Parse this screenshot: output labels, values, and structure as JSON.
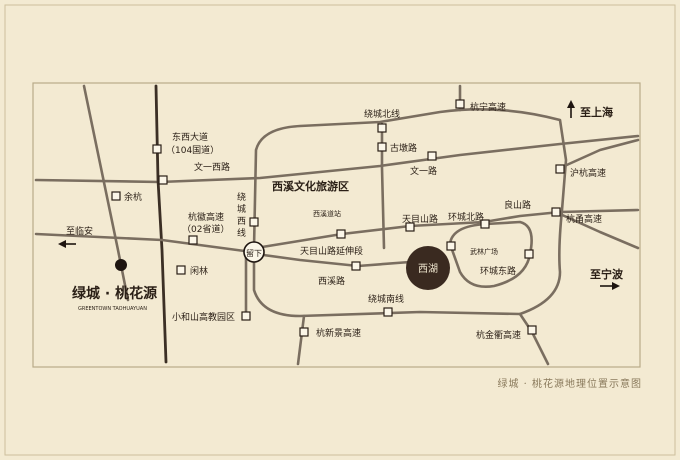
{
  "caption": "绿城 · 桃花源地理位置示意图",
  "labels": {
    "raocheng_north": "绕城北线",
    "hangning": "杭宁高速",
    "to_shanghai": "至上海",
    "dongxi_dadao": "东西大道",
    "road_104": "（104国道）",
    "wenyi_west": "文一西路",
    "gudun": "古墩路",
    "wenyi": "文一路",
    "hujiahang": "沪杭高速",
    "yuhang": "余杭",
    "xixi_zone": "西溪文化旅游区",
    "raocheng_west_1": "绕",
    "raocheng_west_2": "城",
    "raocheng_west_3": "西",
    "raocheng_west_4": "线",
    "liushan": "良山路",
    "hangyong": "杭甬高速",
    "to_linan": "至临安",
    "hanghui_1": "杭徽高速",
    "hanghui_2": "（02省道）",
    "xixi_daozhan": "西溪道站",
    "tianmushan": "天目山路",
    "huancheng_north": "环城北路",
    "liuxia": "留下",
    "wulin": "武林广场",
    "tianmushan_ext": "天目山路延伸段",
    "westlake": "西湖",
    "to_ningbo": "至宁波",
    "xianlin": "闲林",
    "huancheng_east": "环城东路",
    "xixi_road": "西溪路",
    "brand": "绿城 · 桃花源",
    "brand_en": "GREENTOWN TAOHUAYUAN",
    "raocheng_south": "绕城南线",
    "xiaoheshan": "小和山高教园区",
    "hangxinjing": "杭新景高速",
    "hangjinqu": "杭金衢高速"
  },
  "colors": {
    "background": "#f3ead2",
    "road": "#7a6e60",
    "text": "#2a1f16",
    "lake": "#3a2a20",
    "caption": "#8a7a5c"
  },
  "icons": [
    "north-arrow-icon",
    "east-arrow-icon",
    "west-arrow-icon",
    "location-dot-icon",
    "junction-icon"
  ]
}
